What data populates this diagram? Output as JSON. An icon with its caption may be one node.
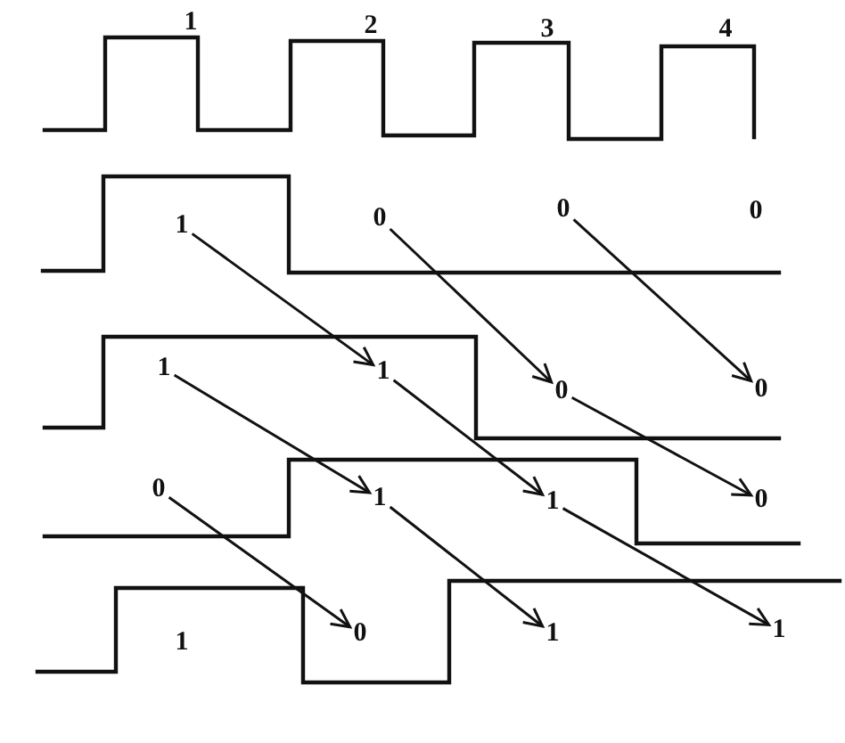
{
  "diagram": {
    "nodes": [
      {
        "text": [
          "1"
        ]
      },
      {
        "text": [
          "0"
        ]
      },
      {
        "text": [
          "0"
        ]
      },
      {
        "text": [
          "1"
        ]
      },
      {
        "text": [
          "1"
        ]
      },
      {
        "text": [
          "0"
        ]
      },
      {
        "text": [
          "0"
        ]
      },
      {
        "text": [
          "0"
        ]
      },
      {
        "text": [
          "1"
        ]
      },
      {
        "text": [
          "1"
        ]
      },
      {
        "text": [
          "0"
        ]
      },
      {
        "text": [
          "0"
        ]
      },
      {
        "text": [
          "1"
        ]
      },
      {
        "text": [
          "1"
        ]
      }
    ],
    "edges": [
      {
        "from": 0,
        "to": 4,
        "arrow": "to"
      },
      {
        "from": 1,
        "to": 5,
        "arrow": "to"
      },
      {
        "from": 2,
        "to": 6,
        "arrow": "to"
      },
      {
        "from": 3,
        "to": 8,
        "arrow": "to"
      },
      {
        "from": 4,
        "to": 9,
        "arrow": "to"
      },
      {
        "from": 5,
        "to": 10,
        "arrow": "to"
      },
      {
        "from": 7,
        "to": 11,
        "arrow": "to"
      },
      {
        "from": 8,
        "to": 12,
        "arrow": "to"
      },
      {
        "from": 9,
        "to": 13,
        "arrow": "to"
      }
    ],
    "labels": [
      "1",
      "2",
      "3",
      "4",
      "0",
      "1"
    ]
  }
}
